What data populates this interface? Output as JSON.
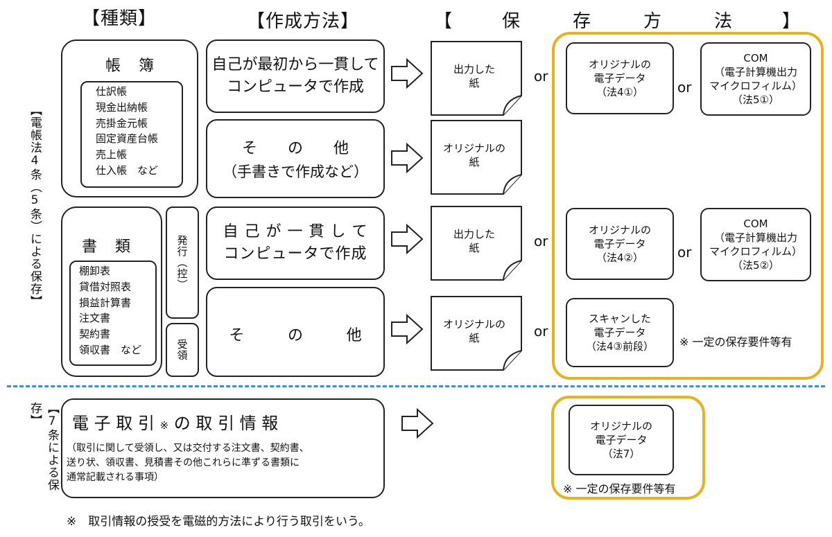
{
  "headers": {
    "kind": "【種類】",
    "method": "【作成方法】",
    "storage": [
      "【",
      "保",
      "存",
      "方",
      "法",
      "】"
    ]
  },
  "side_labels": {
    "top": "【電帳法4条（5条）による保存】",
    "bottom": "【7条による保存】"
  },
  "ledger": {
    "title": "帳　簿",
    "items": [
      "仕訳帳",
      "現金出納帳",
      "売掛金元帳",
      "固定資産台帳",
      "売上帳",
      "仕入帳　など"
    ]
  },
  "documents": {
    "title": "書　類",
    "items": [
      "棚卸表",
      "貸借対照表",
      "損益計算書",
      "注文書",
      "契約書",
      "領収書　など"
    ],
    "issued": "発行（控）",
    "received": "受領"
  },
  "methods": {
    "row1": "自己が最初から一貫して\nコンピュータで作成",
    "row2_main": "そ　　の　　他",
    "row2_sub": "（手書きで作成など）",
    "row3": "自 己 が 一 貫 し て\nコンピュータで作成",
    "row4": [
      "そ",
      "の",
      "他"
    ]
  },
  "papers": {
    "row1": "出力した\n紙",
    "row2": "オリジナルの\n紙",
    "row3": "出力した\n紙",
    "row4": "オリジナルの\n紙"
  },
  "or_label": "or",
  "storage_boxes": {
    "r1_data": "オリジナルの\n電子データ\n（法4①）",
    "r1_com": "COM\n（電子計算機出力\nマイクロフィルム）\n（法5①）",
    "r3_data": "オリジナルの\n電子データ\n（法4②）",
    "r3_com": "COM\n（電子計算機出力\nマイクロフィルム）\n（法5②）",
    "r4_scan": "スキャンした\n電子データ\n（法4③前段）",
    "r4_note": "※ 一定の保存要件等有"
  },
  "ecommerce": {
    "title": "電 子 取 引",
    "mark": "※",
    "title2": "の 取 引 情 報",
    "desc": "（取引に関して受領し、又は交付する注文書、契約書、\n送り状、領収書、見積書その他これらに準ずる書類に\n通常記載される事項）",
    "storage_box": "オリジナルの\n電子データ\n（法7）",
    "storage_note": "※ 一定の保存要件等有"
  },
  "footnote": "※　取引情報の授受を電磁的方法により行う取引をいう。",
  "colors": {
    "gold": "#e8b21f",
    "dashed": "#3b8fd6",
    "line": "#222222"
  }
}
